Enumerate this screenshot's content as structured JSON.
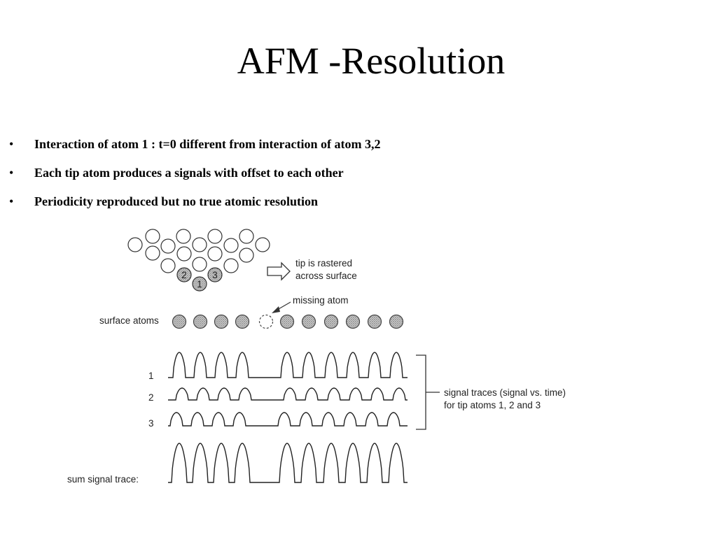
{
  "title": "AFM -Resolution",
  "bullets": [
    "Interaction of atom 1 : t=0 different from interaction of atom 3,2",
    "Each tip atom produces a signals with offset to each other",
    "Periodicity reproduced but no true atomic resolution"
  ],
  "bullet_glyph": "•",
  "diagram": {
    "tip_label_1": "tip is rastered",
    "tip_label_2": "across surface",
    "tip_atom_labels": [
      "2",
      "3",
      "1"
    ],
    "missing_atom_label": "missing atom",
    "surface_atoms_label": "surface atoms",
    "trace_labels": [
      "1",
      "2",
      "3"
    ],
    "signal_label_1": "signal traces (signal vs. time)",
    "signal_label_2": "for tip atoms 1, 2 and 3",
    "sum_label": "sum signal trace:"
  }
}
